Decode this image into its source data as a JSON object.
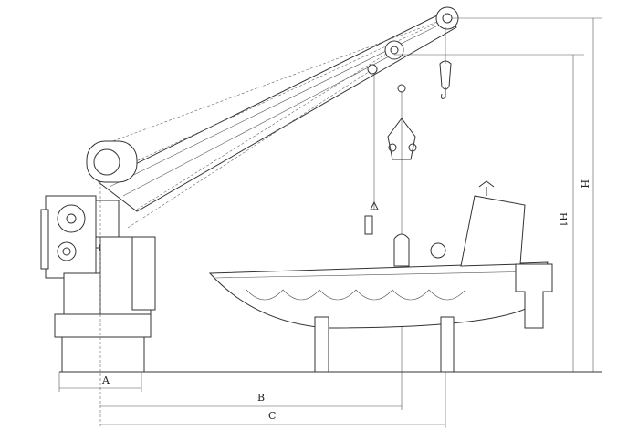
{
  "dimensions": {
    "A": "A",
    "B": "B",
    "C": "C",
    "H": "H",
    "H1": "H1"
  },
  "colors": {
    "line": "#333333",
    "background": "#ffffff"
  }
}
